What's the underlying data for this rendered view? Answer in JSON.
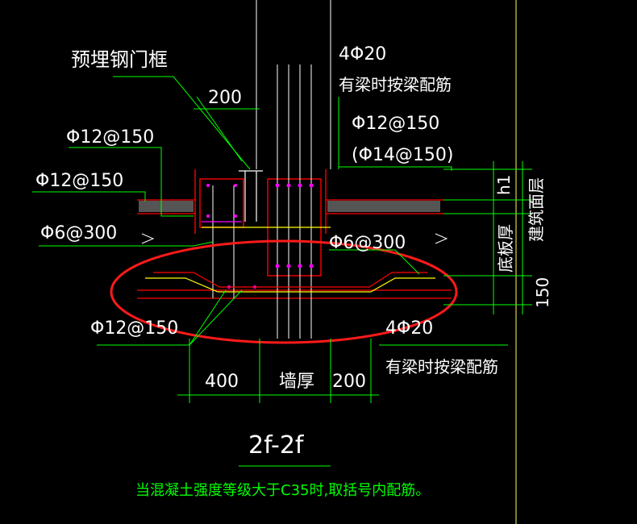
{
  "colors": {
    "background": "#000000",
    "text": "#ffffff",
    "leader": "#00ff00",
    "concrete": "#ff0000",
    "rebar": "#ff00ff",
    "frame": "#ffff00",
    "dim": "#00ff00",
    "highlight": "#ff1a1a",
    "note": "#00ff00",
    "grid_line": "#ffff55"
  },
  "labels": {
    "embedded_frame": "预埋钢门框",
    "dim_200_top": "200",
    "top_bars": "4Φ20",
    "top_bars_note": "有梁时按梁配筋",
    "left_bar_1": "Φ12@150",
    "left_bar_2": "Φ12@150",
    "right_bar": "Φ12@150",
    "right_bar_alt": "(Φ14@150)",
    "left_stirrup": "Φ6@300",
    "right_stirrup": "Φ6@300",
    "bottom_left_bar": "Φ12@150",
    "bottom_bars": "4Φ20",
    "bottom_bars_note": "有梁时按梁配筋",
    "dim_h1": "h1",
    "finish_layer": "建筑面层",
    "slab_thickness": "底板厚",
    "dim_150": "150",
    "dim_400": "400",
    "dim_wall": "墙厚",
    "dim_200_bottom": "200",
    "section_title": "2f-2f",
    "footnote": "当混凝土强度等级大于C35时,取括号内配筋。"
  },
  "icons": {
    "highlight_ellipse": "red-ellipse-annotation",
    "break_symbols": "break-line-icon"
  }
}
